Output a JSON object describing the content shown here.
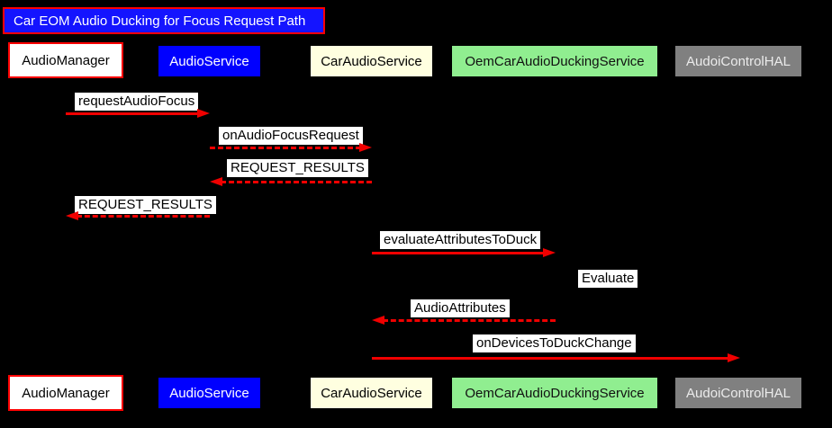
{
  "title": "Car EOM Audio Ducking for Focus Request Path",
  "colors": {
    "background": "#000000",
    "arrow": "#f00000",
    "title_bg": "#1414ff",
    "title_border": "#ff0000",
    "audiomanager_border": "#ff0000",
    "message_label_bg": "#ffffff",
    "message_label_text": "#000000",
    "audiomanager_fill": "#ffffff",
    "audioservice_fill": "#0000ff",
    "caraudioservice_fill": "#ffffe0",
    "oemcaraudioduckingservice_fill": "#90ee90",
    "audiocontrolhal_fill": "#808080"
  },
  "participants": [
    {
      "name": "AudioManager"
    },
    {
      "name": "AudioService"
    },
    {
      "name": "CarAudioService"
    },
    {
      "name": "OemCarAudioDuckingService"
    },
    {
      "name": "AudoiControlHAL"
    }
  ],
  "messages": [
    {
      "label": "requestAudioFocus",
      "from": "AudioManager",
      "to": "AudioService",
      "line": "solid",
      "direction": "right"
    },
    {
      "label": "onAudioFocusRequest",
      "from": "AudioService",
      "to": "CarAudioService",
      "line": "dashed",
      "direction": "right"
    },
    {
      "label": "REQUEST_RESULTS",
      "from": "CarAudioService",
      "to": "AudioService",
      "line": "dashed",
      "direction": "left"
    },
    {
      "label": "REQUEST_RESULTS",
      "from": "AudioService",
      "to": "AudioManager",
      "line": "dashed",
      "direction": "left"
    },
    {
      "label": "evaluateAttributesToDuck",
      "from": "CarAudioService",
      "to": "OemCarAudioDuckingService",
      "line": "solid",
      "direction": "right"
    },
    {
      "label": "Evaluate",
      "from": "OemCarAudioDuckingService",
      "to": "OemCarAudioDuckingService",
      "line": "none",
      "direction": "self"
    },
    {
      "label": "AudioAttributes",
      "from": "OemCarAudioDuckingService",
      "to": "CarAudioService",
      "line": "dashed",
      "direction": "left"
    },
    {
      "label": "onDevicesToDuckChange",
      "from": "CarAudioService",
      "to": "AudoiControlHAL",
      "line": "solid",
      "direction": "right"
    }
  ]
}
